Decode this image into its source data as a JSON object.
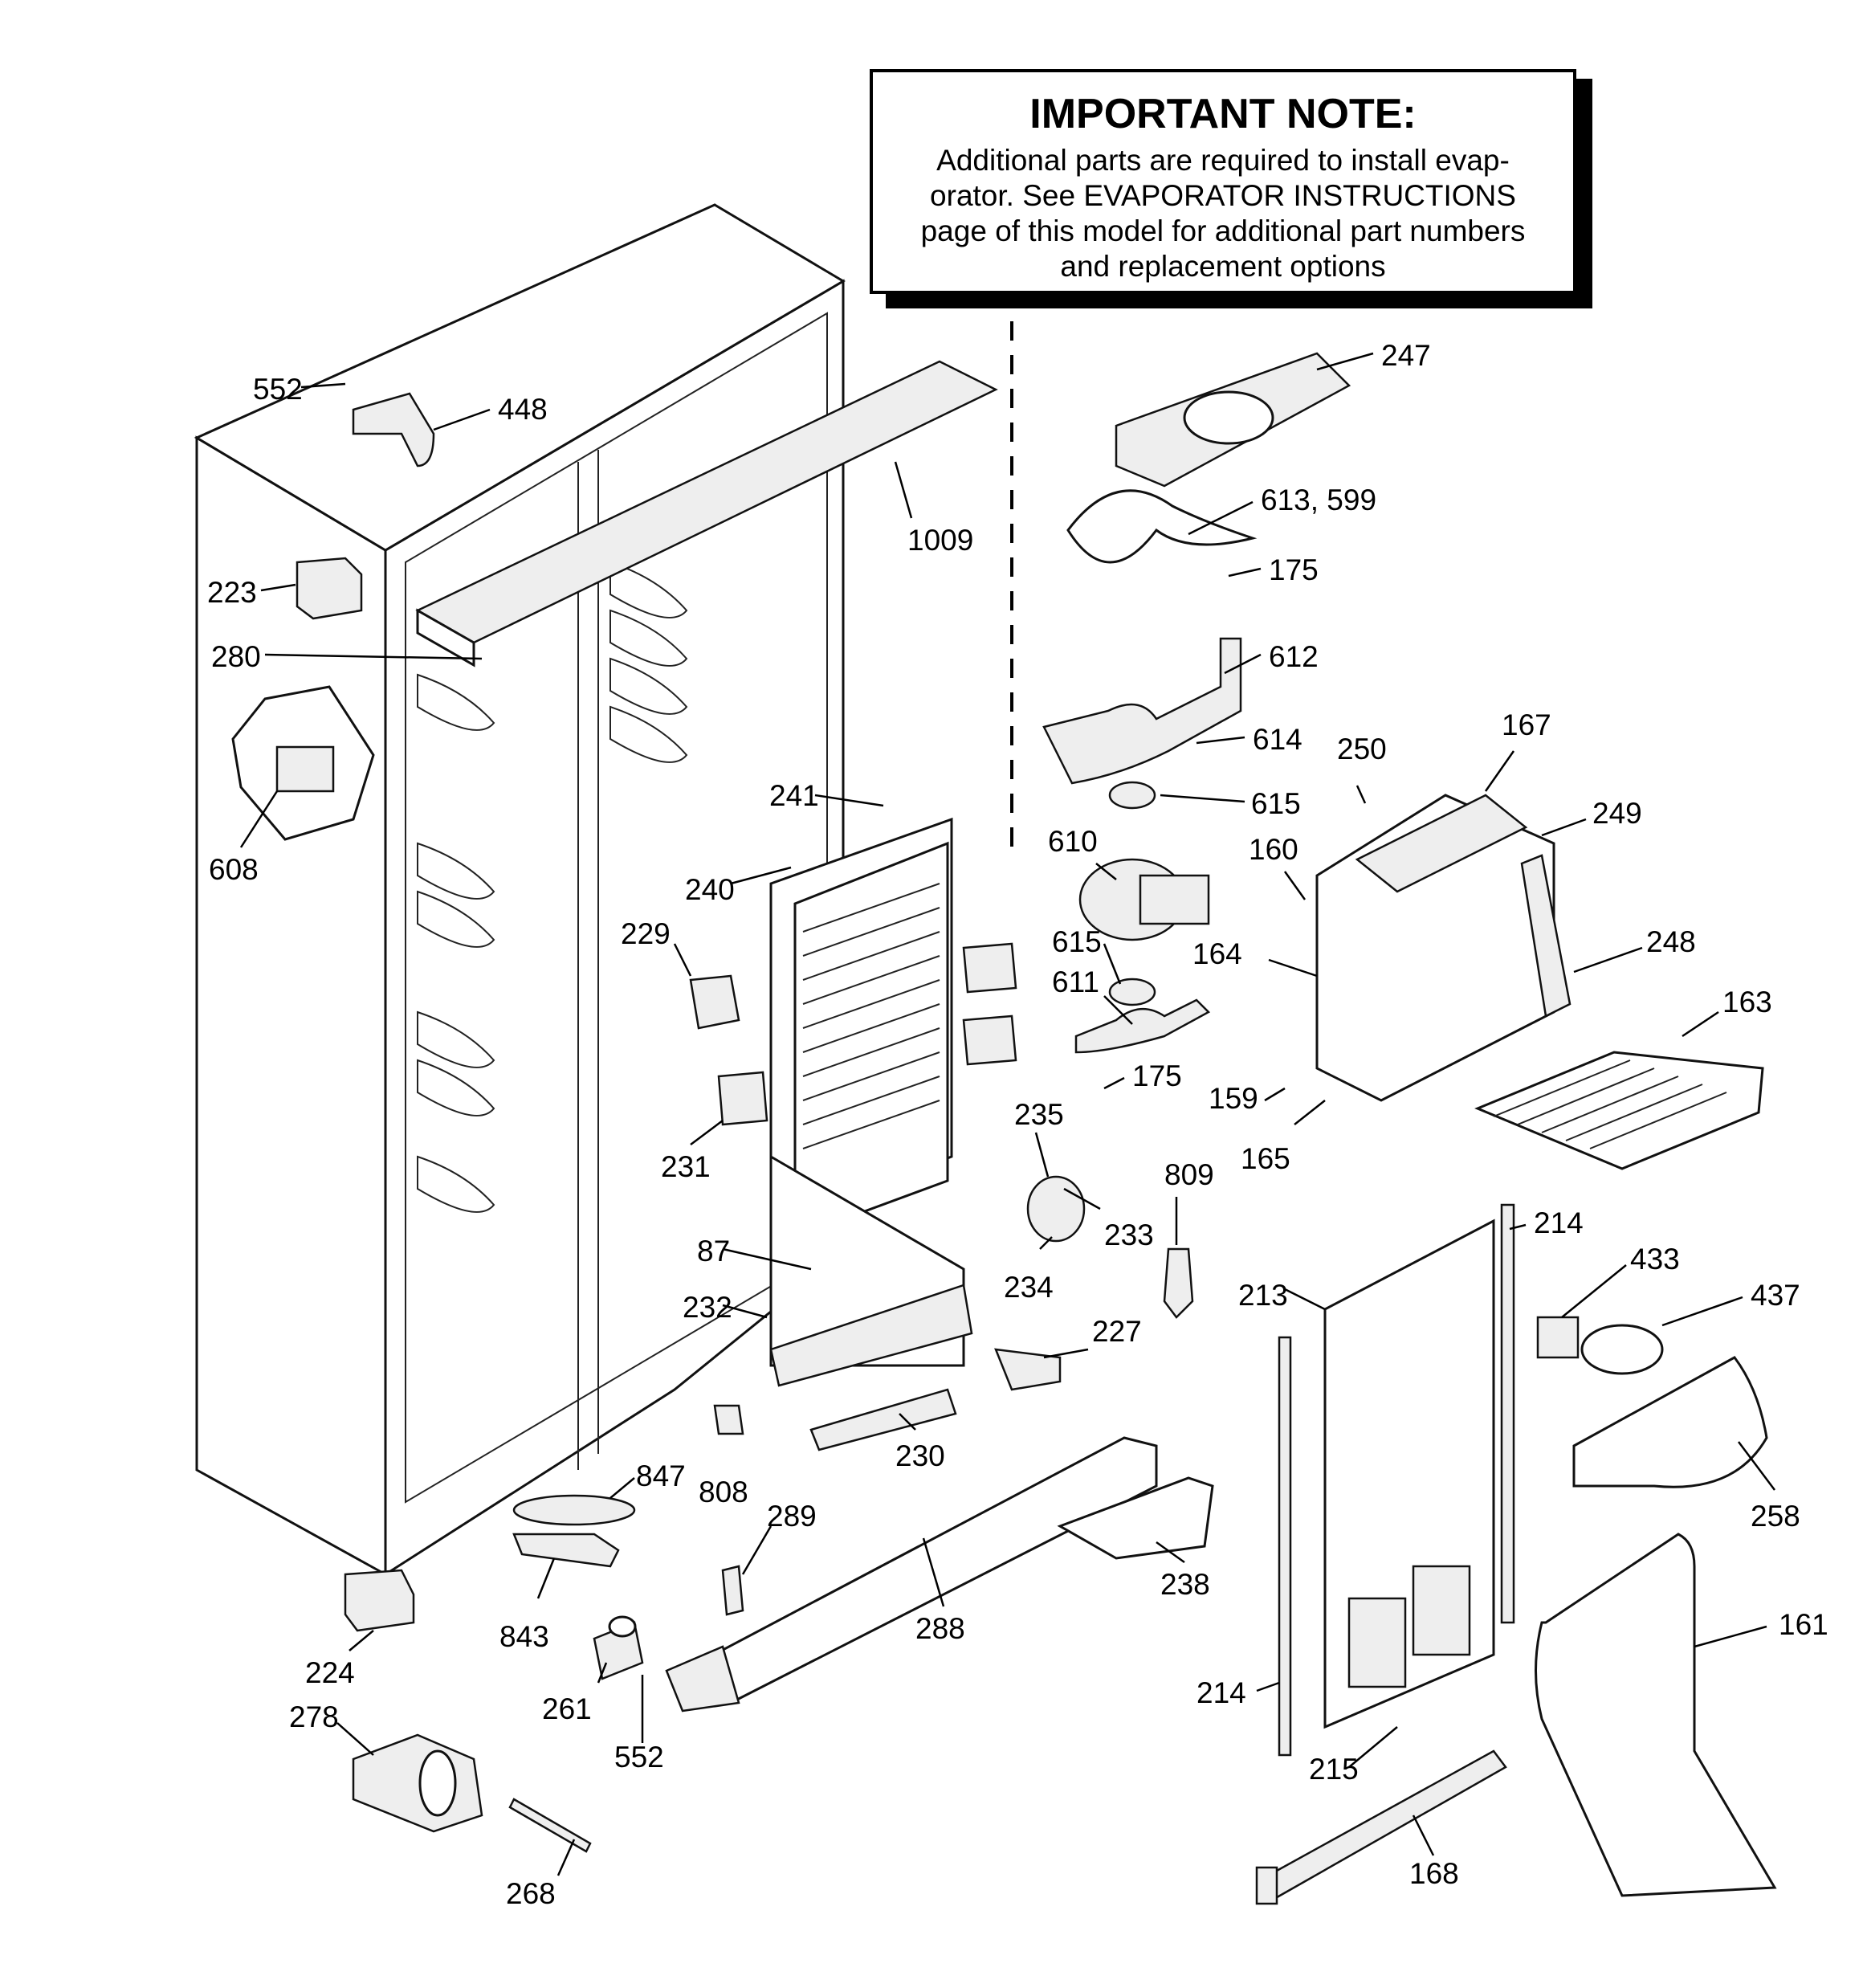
{
  "note": {
    "title": "IMPORTANT NOTE:",
    "lines": [
      "Additional parts are required to install evap-",
      "orator.  See EVAPORATOR INSTRUCTIONS",
      "page of this model for additional part numbers",
      "and replacement options"
    ]
  },
  "callouts": [
    "552",
    "448",
    "1009",
    "223",
    "280",
    "608",
    "241",
    "240",
    "229",
    "231",
    "87",
    "232",
    "247",
    "613, 599",
    "175",
    "612",
    "614",
    "615",
    "610",
    "615",
    "611",
    "175",
    "235",
    "233",
    "234",
    "250",
    "167",
    "249",
    "160",
    "164",
    "248",
    "163",
    "159",
    "165",
    "809",
    "227",
    "230",
    "808",
    "214",
    "433",
    "437",
    "213",
    "258",
    "847",
    "843",
    "289",
    "288",
    "238",
    "224",
    "278",
    "261",
    "552",
    "268",
    "214",
    "215",
    "161",
    "168"
  ]
}
